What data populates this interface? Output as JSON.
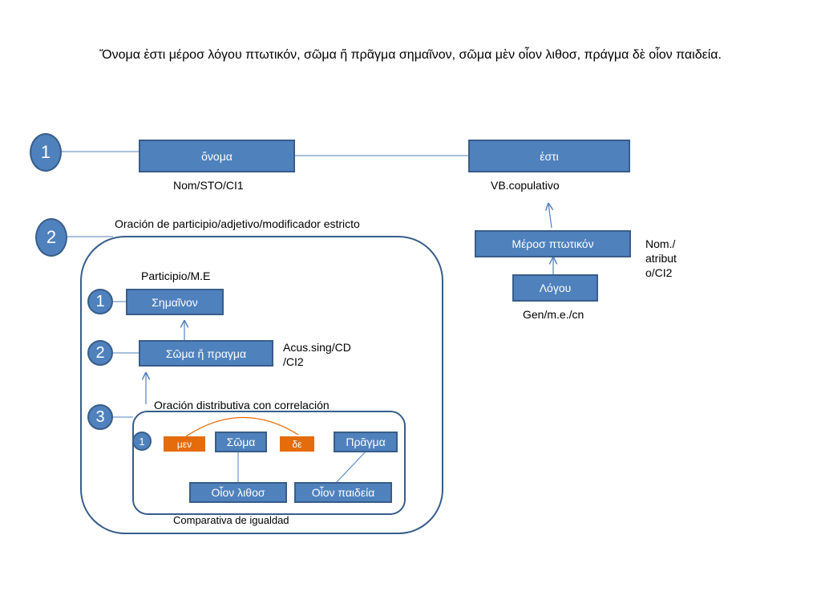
{
  "title": "Ὄνομα ἐστι μέροσ λόγου πτωτικόν, σῶμα ἤ πρᾶγμα σημαῖνον, σῶμα μὲν οἷον λιθοσ, πράγμα δὲ οἷον παιδεία.",
  "circles": {
    "c1": "1",
    "c2": "2",
    "c2_1": "1",
    "c2_2": "2",
    "c2_3": "3",
    "c3_1": "1"
  },
  "boxes": {
    "onoma": "ὄνομα",
    "esti": "ἐστι",
    "meros": "Μέροσ πτωτικόν",
    "logou": "Λόγου",
    "semainon": "Σημαῖνον",
    "soma_pragma": "Σῶμα ἤ πραγμα",
    "men": "μεν",
    "soma": "Σῶμα",
    "de": "δε",
    "pragma": "Πρᾶγμα",
    "oion_lithos": "Οἷον λιθοσ",
    "oion_paideia": "Οἷον παιδεία"
  },
  "labels": {
    "nom_sto": "Nom/STO/CI1",
    "vb_copulativo": "VB.copulativo",
    "oracion_participio": "Oración de participio/adjetivo/modificador estricto",
    "nom_atributo": "Nom./\natribut\no/CI2",
    "gen": "Gen/m.e./cn",
    "participio": "Participio/M.E",
    "acus": "Acus.sing/CD\n/CI2",
    "oracion_distributiva": "Oración distributiva con correlación",
    "comparativa": "Comparativa de igualdad"
  },
  "colors": {
    "box_fill": "#4f81bd",
    "box_border": "#385d8a",
    "accent_orange": "#e46c0a"
  }
}
